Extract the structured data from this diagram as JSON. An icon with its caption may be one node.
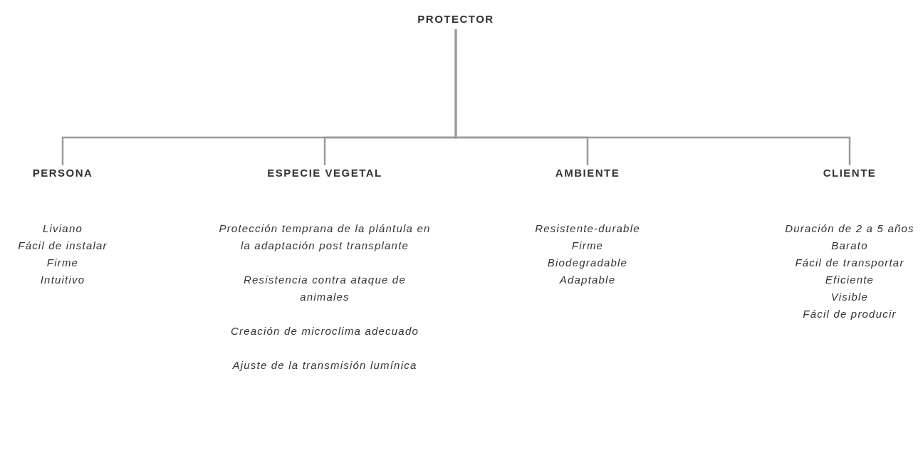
{
  "diagram": {
    "nodes": [
      {
        "text": [
          "PROTECTOR"
        ]
      },
      {
        "text": [
          "PERSONA",
          "Liviano",
          "Fácil de instalar",
          "Firme",
          "Intuitivo"
        ]
      },
      {
        "text": [
          "ESPECIE VEGETAL",
          "Protección temprana de la plántula en la adaptación post transplante",
          "Resistencia contra ataque de animales",
          "Creación de microclima adecuado",
          "Ajuste de la transmisión lumínica"
        ]
      },
      {
        "text": [
          "AMBIENTE",
          "Resistente-durable",
          "Firme",
          "Biodegradable",
          "Adaptable"
        ]
      },
      {
        "text": [
          "CLIENTE",
          "Duración de 2 a 5 años",
          "Barato",
          "Fácil de transportar",
          "Eficiente",
          "Visible",
          "Fácil de producir"
        ]
      }
    ],
    "edges": [
      {
        "from": 0,
        "to": 1,
        "arrow": "none"
      },
      {
        "from": 0,
        "to": 2,
        "arrow": "none"
      },
      {
        "from": 0,
        "to": 3,
        "arrow": "none"
      },
      {
        "from": 0,
        "to": 4,
        "arrow": "none"
      }
    ]
  }
}
